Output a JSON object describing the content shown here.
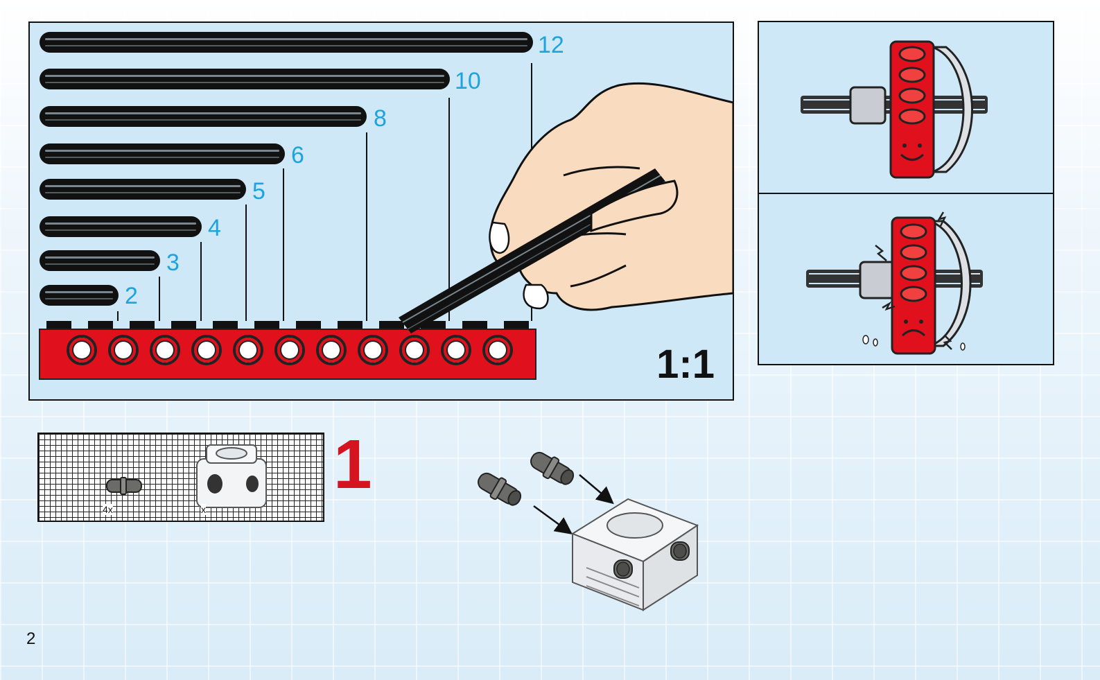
{
  "ruler": {
    "axles": [
      {
        "length": "12"
      },
      {
        "length": "10"
      },
      {
        "length": "8"
      },
      {
        "length": "6"
      },
      {
        "length": "5"
      },
      {
        "length": "4"
      },
      {
        "length": "3"
      },
      {
        "length": "2"
      }
    ],
    "scale": "1:1"
  },
  "step": {
    "number": "1",
    "parts": [
      {
        "qty": "4x"
      },
      {
        "qty": "x"
      }
    ]
  },
  "page": {
    "number": "2"
  },
  "colors": {
    "ruler_label": "#1ea3dc",
    "beam": "#e0101d",
    "step_number": "#d4141e",
    "panel_bg": "#cfe8f7"
  }
}
